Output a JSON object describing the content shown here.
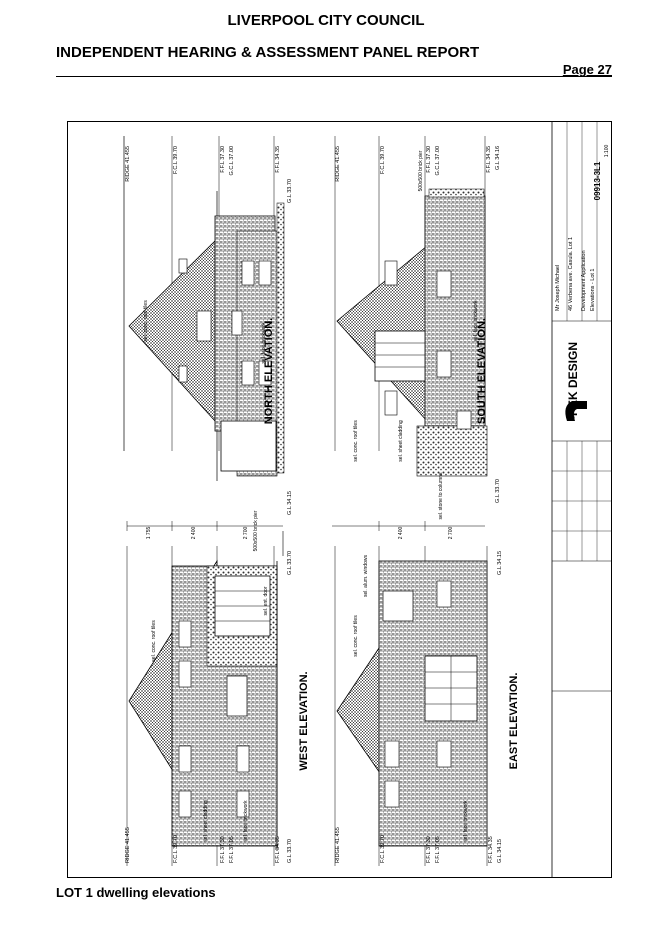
{
  "header": {
    "council": "LIVERPOOL CITY COUNCIL",
    "report": "INDEPENDENT HEARING & ASSESSMENT PANEL REPORT",
    "page": "Page 27"
  },
  "caption": "LOT 1 dwelling elevations",
  "drawing": {
    "north": {
      "title": "NORTH ELEVATION.",
      "levels": [
        "RIDGE 41.455",
        "F.C.L 39.70",
        "F.F.L 37.30",
        "G.C.L 37.00",
        "F.F.L 34.35",
        "G.L 33.70",
        "G.L 34.15"
      ],
      "notes": [
        "sel. conc. roof tiles",
        "sel. face brickwork",
        "500x500 brick pier"
      ],
      "dims": [
        "1 755",
        "2 400",
        "2 700"
      ]
    },
    "south": {
      "title": "SOUTH ELEVATION.",
      "levels": [
        "RIDGE 41.455",
        "F.C.L 39.70",
        "F.F.L 37.30",
        "G.C.L 37.00",
        "F.F.L 34.35",
        "G.L 34.16",
        "G.L 33.70"
      ],
      "notes": [
        "500x500 brick pier",
        "sel. face brickwork",
        "sel. conc. roof tiles",
        "sel. sheet cladding",
        "sel. stone to columns"
      ],
      "dims": [
        "2 400",
        "2 700"
      ]
    },
    "west": {
      "title": "WEST ELEVATION.",
      "levels": [
        "RIDGE 41.455",
        "F.C.L 39.70",
        "F.F.L 37.30",
        "F.F.L 37.05",
        "F.F.L 34.35",
        "G.L 33.70",
        "G.L 33.70"
      ],
      "notes": [
        "sel. conc. roof tiles",
        "sel. sheet cladding",
        "sel. face brickwork",
        "sel. ent. door"
      ]
    },
    "east": {
      "title": "EAST ELEVATION.",
      "levels": [
        "RIDGE 41.455",
        "F.C.L 39.70",
        "F.F.L 37.30",
        "F.F.L 37.05",
        "F.F.L 34.35",
        "G.L 34.15",
        "G.L 34.15"
      ],
      "notes": [
        "sel. conc. roof tiles",
        "sel. alum. windows",
        "sel. face brickwork"
      ]
    },
    "title_block": {
      "brand": "-PEK DESIGN",
      "client": "Mr Joseph Michael",
      "site": "46 Verbena ave. Casula. Lot 1",
      "stage": "Development Application",
      "sheet": "Elevations - Lot 1",
      "job_no": "09913-3L1",
      "scale": "1:100"
    }
  }
}
